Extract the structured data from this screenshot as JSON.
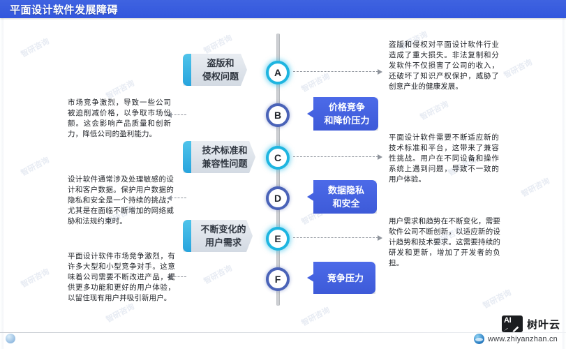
{
  "header": {
    "title": "平面设计软件发展障碍",
    "bar_color": "#3357dd"
  },
  "timeline": {
    "nodes": [
      {
        "letter": "A",
        "ring_color": "#1eb5e0"
      },
      {
        "letter": "B",
        "ring_color": "#4a63b8"
      },
      {
        "letter": "C",
        "ring_color": "#1eb5e0"
      },
      {
        "letter": "D",
        "ring_color": "#4a63b8"
      },
      {
        "letter": "E",
        "ring_color": "#1eb5e0"
      },
      {
        "letter": "F",
        "ring_color": "#4a63b8"
      }
    ]
  },
  "chips": [
    {
      "id": "A",
      "label": "盗版和\n侵权问题",
      "line1": "盗版和",
      "line2": "侵权问题",
      "style": "light",
      "side": "left"
    },
    {
      "id": "B",
      "label": "价格竞争\n和降价压力",
      "line1": "价格竞争",
      "line2": "和降价压力",
      "style": "blue",
      "side": "right"
    },
    {
      "id": "C",
      "label": "技术标准和\n兼容性问题",
      "line1": "技术标准和",
      "line2": "兼容性问题",
      "style": "light",
      "side": "left"
    },
    {
      "id": "D",
      "label": "数据隐私\n和安全",
      "line1": "数据隐私",
      "line2": "和安全",
      "style": "blue",
      "side": "right"
    },
    {
      "id": "E",
      "label": "不断变化的\n用户需求",
      "line1": "不断变化的",
      "line2": "用户需求",
      "style": "light",
      "side": "left"
    },
    {
      "id": "F",
      "label": "竞争压力",
      "line1": "竞争压力",
      "line2": "",
      "style": "blue",
      "side": "right"
    }
  ],
  "paragraphs": {
    "left": [
      "市场竞争激烈，导致一些公司被迫削减价格，以争取市场份额。这会影响产品质量和创新力，降低公司的盈利能力。",
      "设计软件通常涉及处理敏感的设计和客户数据。保护用户数据的隐私和安全是一个持续的挑战，尤其是在面临不断增加的网络威胁和法规约束时。",
      "平面设计软件市场竞争激烈，有许多大型和小型竞争对手。这意味着公司需要不断改进产品，提供更多功能和更好的用户体验，以留住现有用户并吸引新用户。"
    ],
    "right": [
      "盗版和侵权对平面设计软件行业造成了重大损失。非法复制和分发软件不仅损害了公司的收入，还破坏了知识产权保护，威胁了创意产业的健康发展。",
      "平面设计软件需要不断适应新的技术标准和平台，这带来了兼容性挑战。用户在不同设备和操作系统上遇到问题，导致不一致的用户体验。",
      "用户需求和趋势在不断变化，需要软件公司不断创新，以适应新的设计趋势和技术要求。这需要持续的研发和更新，增加了开发者的负担。"
    ]
  },
  "watermark": {
    "text": "智研咨询"
  },
  "footer": {
    "brand_name": "树叶云",
    "brand_icon_text": "AI",
    "url": "www.zhiyanzhan.cn"
  }
}
